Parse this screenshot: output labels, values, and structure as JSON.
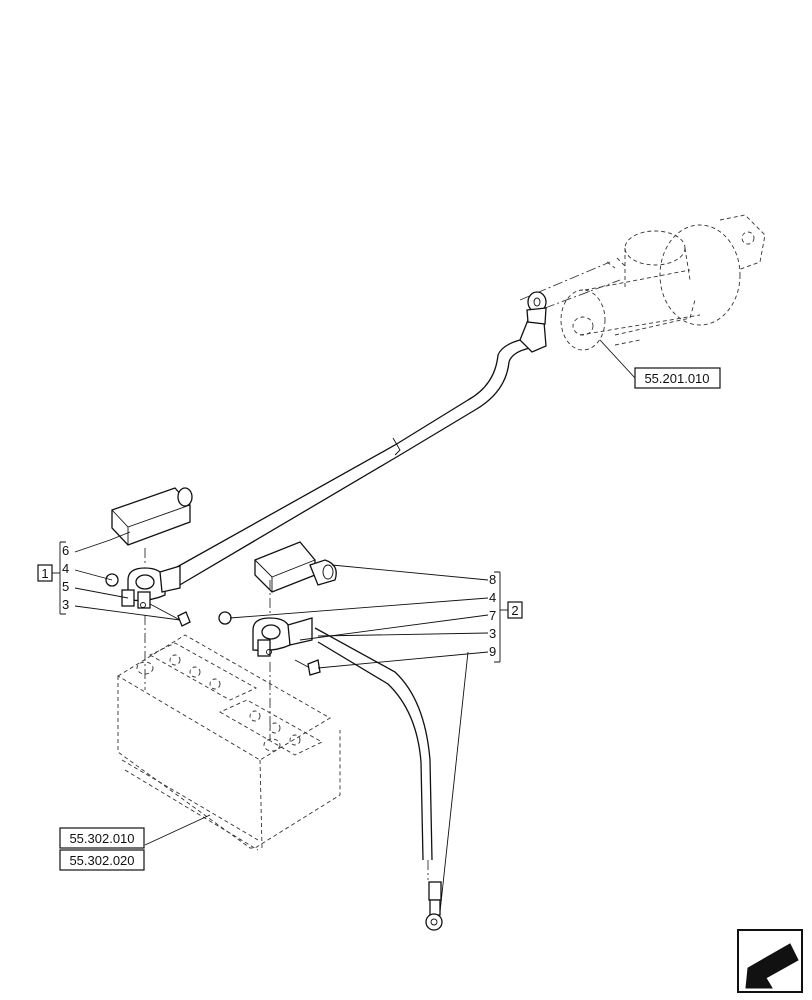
{
  "callouts": {
    "group_left": "1",
    "group_right": "2",
    "left_items": [
      "6",
      "4",
      "5",
      "3"
    ],
    "right_items": [
      "8",
      "4",
      "7",
      "3",
      "9"
    ]
  },
  "references": {
    "starter_motor": "55.201.010",
    "battery_a": "55.302.010",
    "battery_b": "55.302.020"
  },
  "nav": {
    "icon": "navigation-arrow-icon"
  }
}
